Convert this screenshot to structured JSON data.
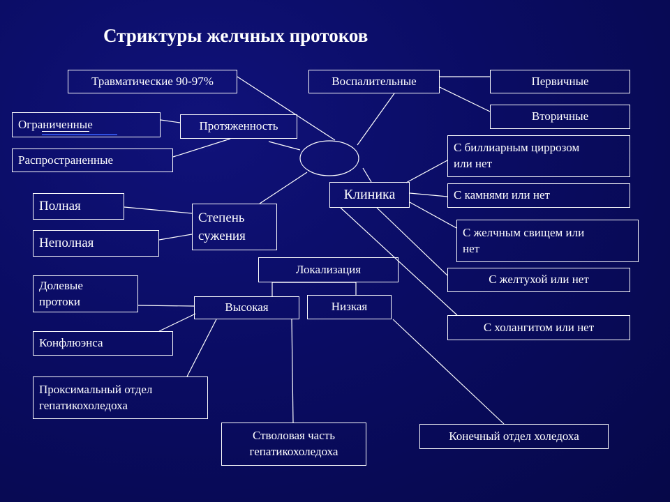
{
  "slide": {
    "title": "Стриктуры желчных протоков"
  },
  "nodes": {
    "traumatic": "Травматические 90-97%",
    "inflammatory": "Воспалительные",
    "primary": "Первичные",
    "secondary": "Вторичные",
    "limited": "Ограниченные",
    "extent": "Протяженность",
    "widespread": "Распространенные",
    "cirrhosis": "С биллиарным циррозом\nили нет",
    "clinic": "Клиника",
    "stones": "С камнями или нет",
    "complete": "Полная",
    "stenosis_degree": "Степень\nсужения",
    "fistula": "С желчным свищем или\nнет",
    "incomplete": "Неполная",
    "localization": "Локализация",
    "jaundice": "С желтухой или нет",
    "lobar_ducts": "Долевые\nпротоки",
    "high": "Высокая",
    "low": "Низкая",
    "cholangitis": "С холангитом или нет",
    "confluence": "Конфлюэнса",
    "proximal": "Проксимальный отдел\nгепатикохоледоха",
    "trunk": "Стволовая часть\nгепатикохоледоха",
    "terminal": "Конечный отдел холедоха"
  },
  "colors": {
    "background": "#0a0c63",
    "line": "#ffffff",
    "text": "#ffffff",
    "accent": "#2f4fe0"
  }
}
